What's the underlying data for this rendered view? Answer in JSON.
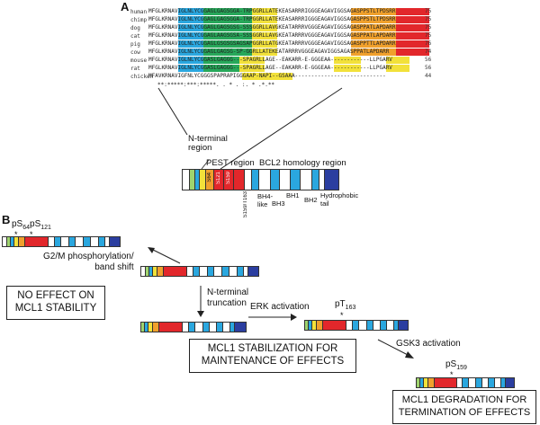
{
  "panel_a_letter": "A",
  "panel_b_letter": "B",
  "alignment": {
    "species": [
      "human",
      "chimp",
      "dog",
      "cat",
      "pig",
      "cow",
      "mouse",
      "rat",
      "chicken"
    ],
    "prefix": "MFGLKRNAV",
    "rows": [
      {
        "head": "MFGLKRNAVIGLNLYCGGAGLGAGSGGA-TRPGGRLLATEKEASARRRIGGGEAGAVIGGSAGASPPSTLTPDSRR",
        "len": "75"
      },
      {
        "head": "MFGLKRNAVIGLNLYCGGAGLGAGSGGA-TRPGGRLLATEKEASARRRIGGGEAGAVIGGSAGASPPSTLTPDSRR",
        "len": "75"
      },
      {
        "head": "MFGLKRNAVIGLNLYCGGAGLGAGSGSG-SSSGGRLLAVGKEATARRRVGGGEAGAVIGGSAGASPPATLAPDARR",
        "len": "75"
      },
      {
        "head": "MFGLKRNAVIGLNLYCGGAGLAAGSGSA-SSSGGRLLAVGKEATARRRVGGGEAGAVIGGSAGASPPATLAPDARR",
        "len": "75"
      },
      {
        "head": "MFGLKRNAVIGLNLYCGGAGLGSGSGSAGSAPGGRLLATGKEATARRRVGGGEAGAVIGGSAGASPPTTLAPDARR",
        "len": "76"
      },
      {
        "head": "MFGLKRNAVIGLNLYCGGAGLGAGSG-SP-GGRLLATEKEATARRRVGGGEAGAVIGGSAGASPPATLAPDARR",
        "len": "74"
      },
      {
        "head": "MFGLKRNAVIGLNLYCGGASLGAGGG---SPAGRLLAGE--EAKARR-E-GGGEAA------------LLPGARV",
        "len": "56"
      },
      {
        "head": "MFGLKRNAVIGLNLYCGGASLGAGGG---SPAGRLLAGE--EAKARR-E-GGGEAA------------LLPGARV",
        "len": "56"
      },
      {
        "head": "MFAVKRNAVIGFNLYCGGGSPAPRAPIGGGAAP-NAPI--GSAAA----------------------------",
        "len": "44"
      }
    ],
    "consensus": "**:*****:***:*****.       .     *   .  :.    *    .*.**"
  },
  "domain_labels": {
    "n_terminal": "N-terminal\nregion",
    "pest": "PEST region",
    "bcl2": "BCL2 homology region",
    "s64": "S64",
    "s121": "S121",
    "s159": "S159",
    "bh4": "BH4-\nlike",
    "bh3": "BH3",
    "bh1": "BH1",
    "bh2": "BH2",
    "hydrophobic": "Hydrophobic\ntail",
    "site_note": "S159/T163"
  },
  "panel_b": {
    "ps64_ps121": "pS64pS121",
    "ps64": "pS",
    "ps64_sub": "64",
    "ps121": "pS",
    "ps121_sub": "121",
    "pt163": "pT",
    "pt163_sub": "163",
    "ps159": "pS",
    "ps159_sub": "159",
    "g2m": "G2/M phosphorylation/\nband shift",
    "no_effect": "NO EFFECT ON\nMCL1 STABILITY",
    "n_trunc": "N-terminal\ntruncation",
    "erk": "ERK activation",
    "stabilization": "MCL1 STABILIZATION FOR\nMAINTENANCE OF EFFECTS",
    "gsk3": "GSK3 activation",
    "degradation": "MCL1 DEGRADATION FOR\nTERMINATION OF EFFECTS"
  },
  "colors": {
    "cyan": "#2aa7df",
    "green": "#27a85a",
    "yellow": "#f2e13a",
    "orange": "#f0a02c",
    "red": "#e2272b",
    "blue": "#2b3ea0",
    "light_green": "#9fd46e"
  }
}
